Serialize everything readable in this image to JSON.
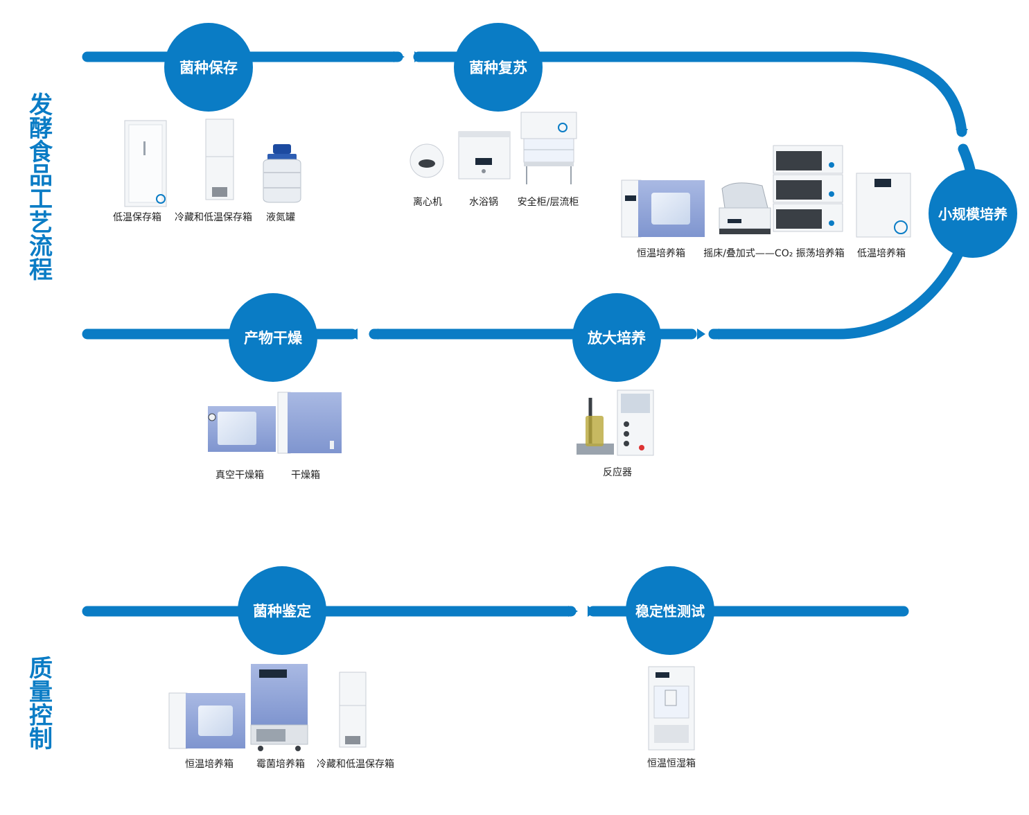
{
  "side_titles": {
    "process": "发酵食品工艺流程",
    "quality": "质量控制"
  },
  "nodes": {
    "strain_storage": "菌种保存",
    "strain_revival": "菌种复苏",
    "small_scale": "小规模培养",
    "scale_up": "放大培养",
    "drying": "产物干燥",
    "identification": "菌种鉴定",
    "stability": "稳定性测试"
  },
  "equipment": {
    "low_temp_storage": "低温保存箱",
    "fridge_freezer": "冷藏和低温保存箱",
    "ln2_tank": "液氮罐",
    "centrifuge": "离心机",
    "water_bath": "水浴锅",
    "safety_cabinet": "安全柜/层流柜",
    "const_incubator": "恒温培养箱",
    "shaker": "摇床/叠加式——CO₂ 振荡培养箱",
    "low_temp_incubator": "低温培养箱",
    "reactor": "反应器",
    "vacuum_oven": "真空干燥箱",
    "drying_oven": "干燥箱",
    "qc_incubator": "恒温培养箱",
    "mold_incubator": "霉菌培养箱",
    "qc_fridge": "冷藏和低温保存箱",
    "humidity_chamber": "恒温恒湿箱"
  },
  "colors": {
    "accent": "#0a7cc5",
    "panel_blue": "#8fa4d6",
    "device_white": "#f4f6f8"
  }
}
